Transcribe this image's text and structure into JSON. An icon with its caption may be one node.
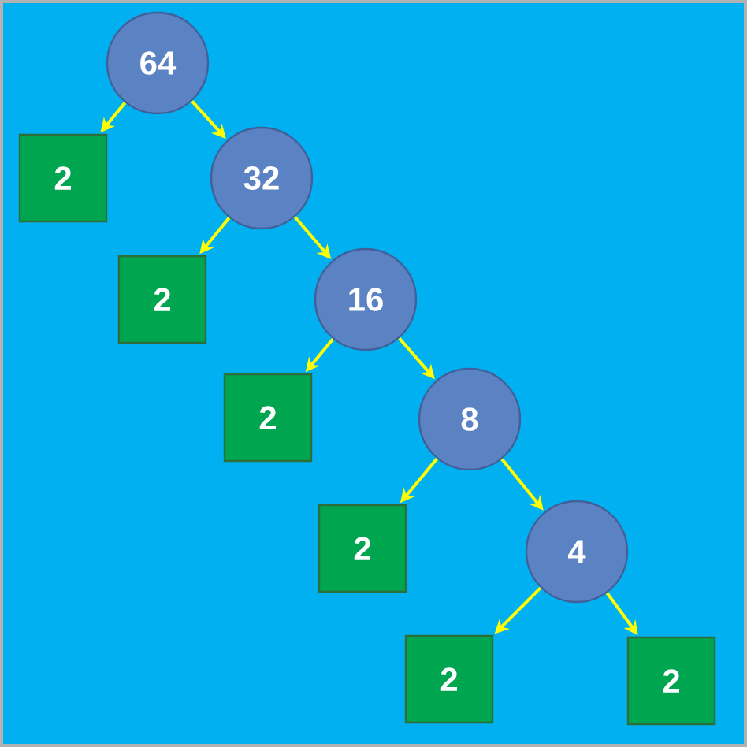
{
  "diagram": {
    "nodes": [
      {
        "text": [
          "64"
        ]
      },
      {
        "text": [
          "2"
        ]
      },
      {
        "text": [
          "32"
        ]
      },
      {
        "text": [
          "2"
        ]
      },
      {
        "text": [
          "16"
        ]
      },
      {
        "text": [
          "2"
        ]
      },
      {
        "text": [
          "8"
        ]
      },
      {
        "text": [
          "2"
        ]
      },
      {
        "text": [
          "4"
        ]
      },
      {
        "text": [
          "2"
        ]
      },
      {
        "text": [
          "2"
        ]
      }
    ],
    "edges": [
      {
        "from": 0,
        "to": 1,
        "arrow": "to"
      },
      {
        "from": 0,
        "to": 2,
        "arrow": "to"
      },
      {
        "from": 2,
        "to": 3,
        "arrow": "to"
      },
      {
        "from": 2,
        "to": 4,
        "arrow": "to"
      },
      {
        "from": 4,
        "to": 5,
        "arrow": "to"
      },
      {
        "from": 4,
        "to": 6,
        "arrow": "to"
      },
      {
        "from": 6,
        "to": 7,
        "arrow": "to"
      },
      {
        "from": 6,
        "to": 8,
        "arrow": "to"
      },
      {
        "from": 8,
        "to": 9,
        "arrow": "to"
      },
      {
        "from": 8,
        "to": 10,
        "arrow": "to"
      }
    ]
  }
}
